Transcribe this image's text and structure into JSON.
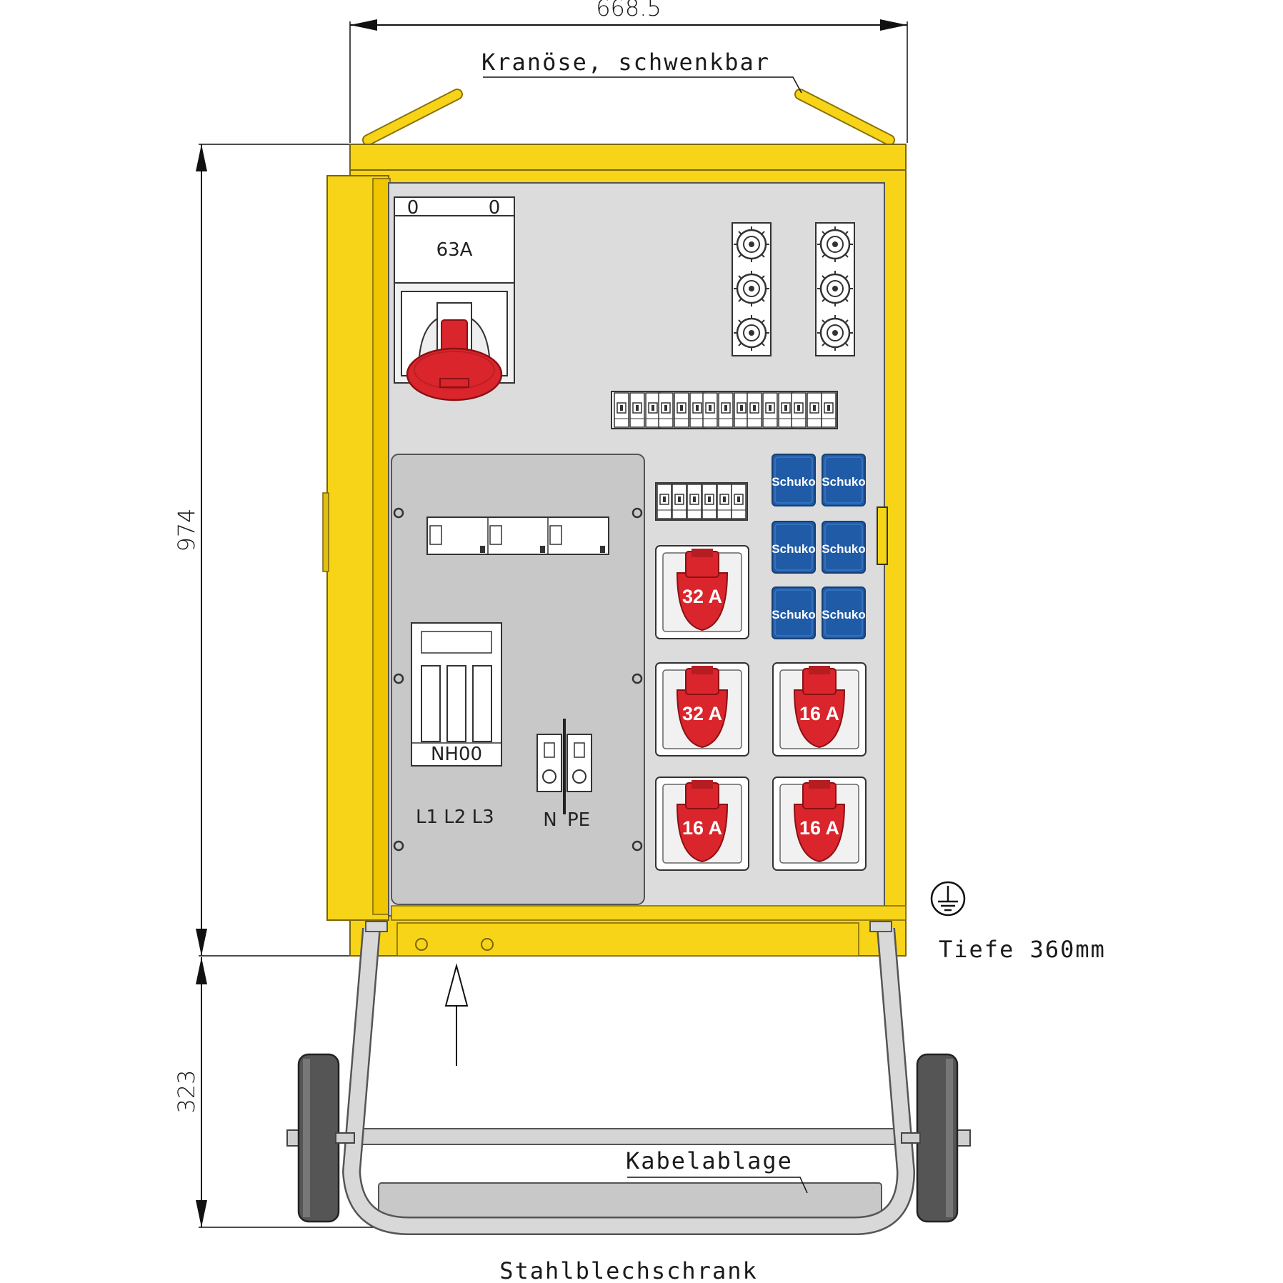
{
  "dimensions": {
    "width": "668.5",
    "height_cabinet": "974",
    "height_frame": "323"
  },
  "notes": {
    "crane_eye": "Kranöse, schwenkbar",
    "depth": "Tiefe  360mm",
    "cable_tray": "Kabelablage",
    "cabinet_type": "Stahlblechschrank"
  },
  "main_switch": {
    "pos_left": "0",
    "pos_right": "0",
    "rating": "63A"
  },
  "distribution": {
    "fuse_label": "NH00",
    "phases": "L1 L2 L3",
    "terminal_n": "N",
    "terminal_pe": "PE"
  },
  "sockets": {
    "schuko_label": "Schuko",
    "cee_1": "32 A",
    "cee_2": "32 A",
    "cee_3": "16 A",
    "cee_4": "16 A",
    "cee_5": "16 A"
  },
  "colors": {
    "cabinet_yellow": "#f7d417",
    "socket_red": "#d9252b",
    "schuko_blue": "#1f5ba6",
    "panel_gray": "#dcdcdc"
  }
}
